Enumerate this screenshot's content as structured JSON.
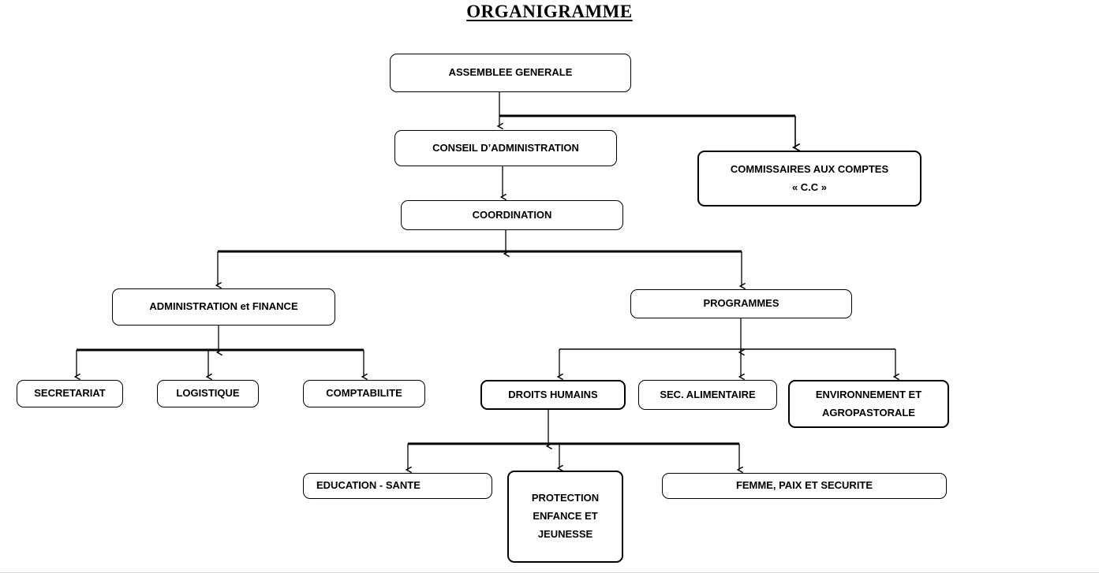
{
  "document": {
    "title": "ORGANIGRAMME"
  },
  "chart_data": {
    "type": "diagram",
    "title": "ORGANIGRAMME",
    "orientation": "top-down",
    "nodes": [
      {
        "id": "assemblee-generale",
        "label": "ASSEMBLEE GENERALE",
        "level": 0
      },
      {
        "id": "conseil-administration",
        "label": "CONSEIL D’ADMINISTRATION",
        "level": 1
      },
      {
        "id": "commissaires-aux-comptes",
        "label_line1": "COMMISSAIRES AUX COMPTES",
        "label_line2": "« C.C »",
        "level": 1
      },
      {
        "id": "coordination",
        "label": "COORDINATION",
        "level": 2
      },
      {
        "id": "administration-finance",
        "label": "ADMINISTRATION et FINANCE",
        "level": 3
      },
      {
        "id": "programmes",
        "label": "PROGRAMMES",
        "level": 3
      },
      {
        "id": "secretariat",
        "label": "SECRETARIAT",
        "level": 4
      },
      {
        "id": "logistique",
        "label": "LOGISTIQUE",
        "level": 4
      },
      {
        "id": "comptabilite",
        "label": "COMPTABILITE",
        "level": 4
      },
      {
        "id": "droits-humains",
        "label": "DROITS HUMAINS",
        "level": 4
      },
      {
        "id": "sec-alimentaire",
        "label": "SEC. ALIMENTAIRE",
        "level": 4
      },
      {
        "id": "environnement-agropastorale",
        "label_line1": "ENVIRONNEMENT ET",
        "label_line2": "AGROPASTORALE",
        "level": 4
      },
      {
        "id": "education-sante",
        "label": "EDUCATION - SANTE",
        "level": 5
      },
      {
        "id": "protection-enfance-jeunesse",
        "label_line1": "PROTECTION",
        "label_line2": "ENFANCE ET",
        "label_line3": "JEUNESSE",
        "level": 5
      },
      {
        "id": "femme-paix-securite",
        "label": "FEMME, PAIX ET SECURITE",
        "level": 5
      }
    ],
    "edges": [
      {
        "from": "assemblee-generale",
        "to": "conseil-administration"
      },
      {
        "from": "assemblee-generale",
        "to": "commissaires-aux-comptes"
      },
      {
        "from": "conseil-administration",
        "to": "coordination"
      },
      {
        "from": "coordination",
        "to": "administration-finance"
      },
      {
        "from": "coordination",
        "to": "programmes"
      },
      {
        "from": "administration-finance",
        "to": "secretariat"
      },
      {
        "from": "administration-finance",
        "to": "logistique"
      },
      {
        "from": "administration-finance",
        "to": "comptabilite"
      },
      {
        "from": "programmes",
        "to": "droits-humains"
      },
      {
        "from": "programmes",
        "to": "sec-alimentaire"
      },
      {
        "from": "programmes",
        "to": "environnement-agropastorale"
      },
      {
        "from": "droits-humains",
        "to": "education-sante"
      },
      {
        "from": "droits-humains",
        "to": "protection-enfance-jeunesse"
      },
      {
        "from": "droits-humains",
        "to": "femme-paix-securite"
      }
    ],
    "colors": {
      "box_border": "#000000",
      "box_fill": "#ffffff",
      "connector": "#000000",
      "text": "#000000",
      "background": "#ffffff"
    }
  }
}
